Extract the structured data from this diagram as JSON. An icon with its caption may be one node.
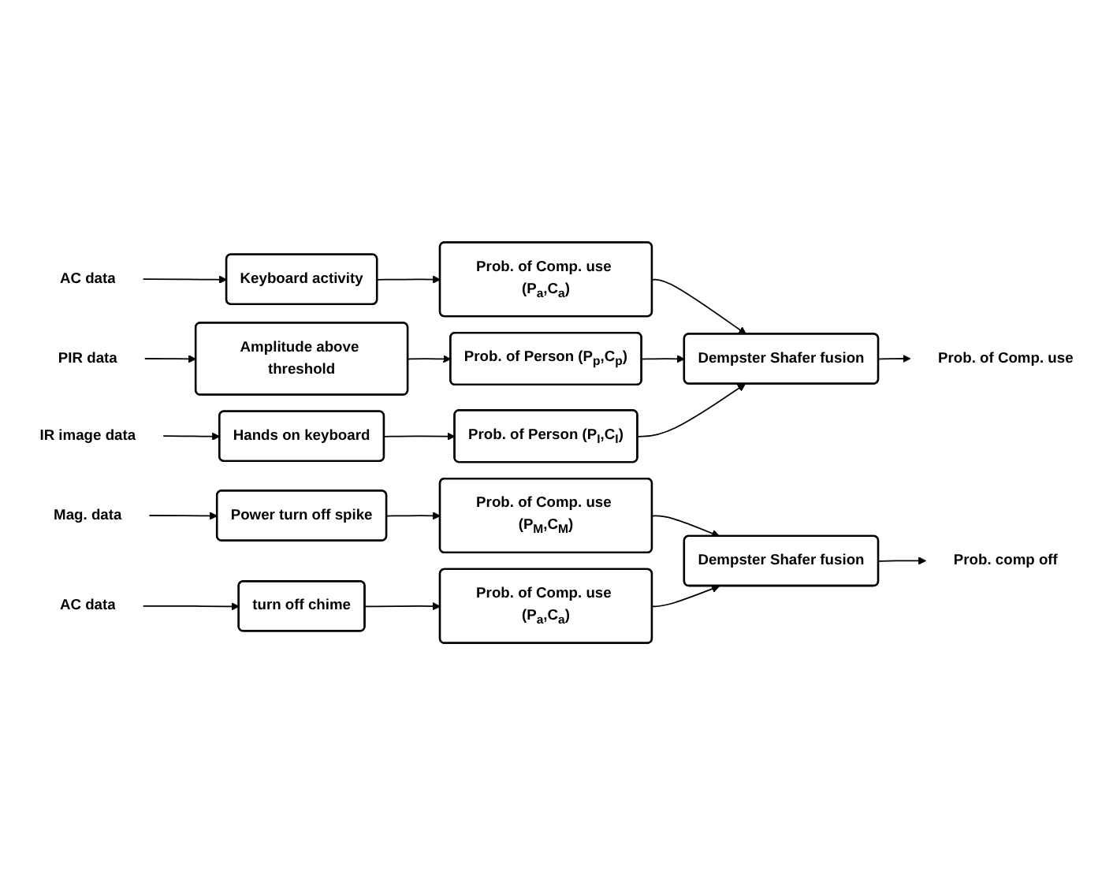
{
  "diagram": {
    "nodes": [
      {
        "text": [
          "AC data"
        ]
      },
      {
        "text": [
          "Keyboard activity"
        ]
      },
      {
        "text": [
          "Prob. of Comp. use (P$_{a}$,C$_{a}$)"
        ]
      },
      {
        "text": [
          "PIR data"
        ]
      },
      {
        "text": [
          "Amplitude above threshold"
        ]
      },
      {
        "text": [
          "Prob. of Person (P$_{p}$,C$_{p}$)"
        ]
      },
      {
        "text": [
          "IR image data"
        ]
      },
      {
        "text": [
          "Hands on keyboard"
        ]
      },
      {
        "text": [
          "Prob. of Person (P$_{I}$,C$_{I}$)"
        ]
      },
      {
        "text": [
          "Dempster Shafer fusion"
        ]
      },
      {
        "text": [
          "Prob. of Comp. use"
        ]
      },
      {
        "text": [
          "Mag. data"
        ]
      },
      {
        "text": [
          "Power turn off spike"
        ]
      },
      {
        "text": [
          "Prob. of Comp. use (P$_{M}$,C$_{M}$)"
        ]
      },
      {
        "text": [
          "AC data"
        ]
      },
      {
        "text": [
          "turn off chime"
        ]
      },
      {
        "text": [
          "Prob. of Comp. use (P$_{a}$,C$_{a}$)"
        ]
      },
      {
        "text": [
          "Dempster Shafer fusion"
        ]
      },
      {
        "text": [
          "Prob. comp off"
        ]
      }
    ],
    "edges": [
      {
        "from": 0,
        "to": 1,
        "arrow": "to"
      },
      {
        "from": 1,
        "to": 2,
        "arrow": "to"
      },
      {
        "from": 3,
        "to": 4,
        "arrow": "to"
      },
      {
        "from": 4,
        "to": 5,
        "arrow": "to"
      },
      {
        "from": 6,
        "to": 7,
        "arrow": "to"
      },
      {
        "from": 7,
        "to": 8,
        "arrow": "to"
      },
      {
        "from": 2,
        "to": 9,
        "arrow": "to"
      },
      {
        "from": 5,
        "to": 9,
        "arrow": "to"
      },
      {
        "from": 8,
        "to": 9,
        "arrow": "to"
      },
      {
        "from": 9,
        "to": 10,
        "arrow": "to"
      },
      {
        "from": 11,
        "to": 12,
        "arrow": "to"
      },
      {
        "from": 12,
        "to": 13,
        "arrow": "to"
      },
      {
        "from": 14,
        "to": 15,
        "arrow": "to"
      },
      {
        "from": 15,
        "to": 16,
        "arrow": "to"
      },
      {
        "from": 13,
        "to": 17,
        "arrow": "to"
      },
      {
        "from": 16,
        "to": 17,
        "arrow": "to"
      },
      {
        "from": 17,
        "to": 18,
        "arrow": "to"
      }
    ]
  }
}
